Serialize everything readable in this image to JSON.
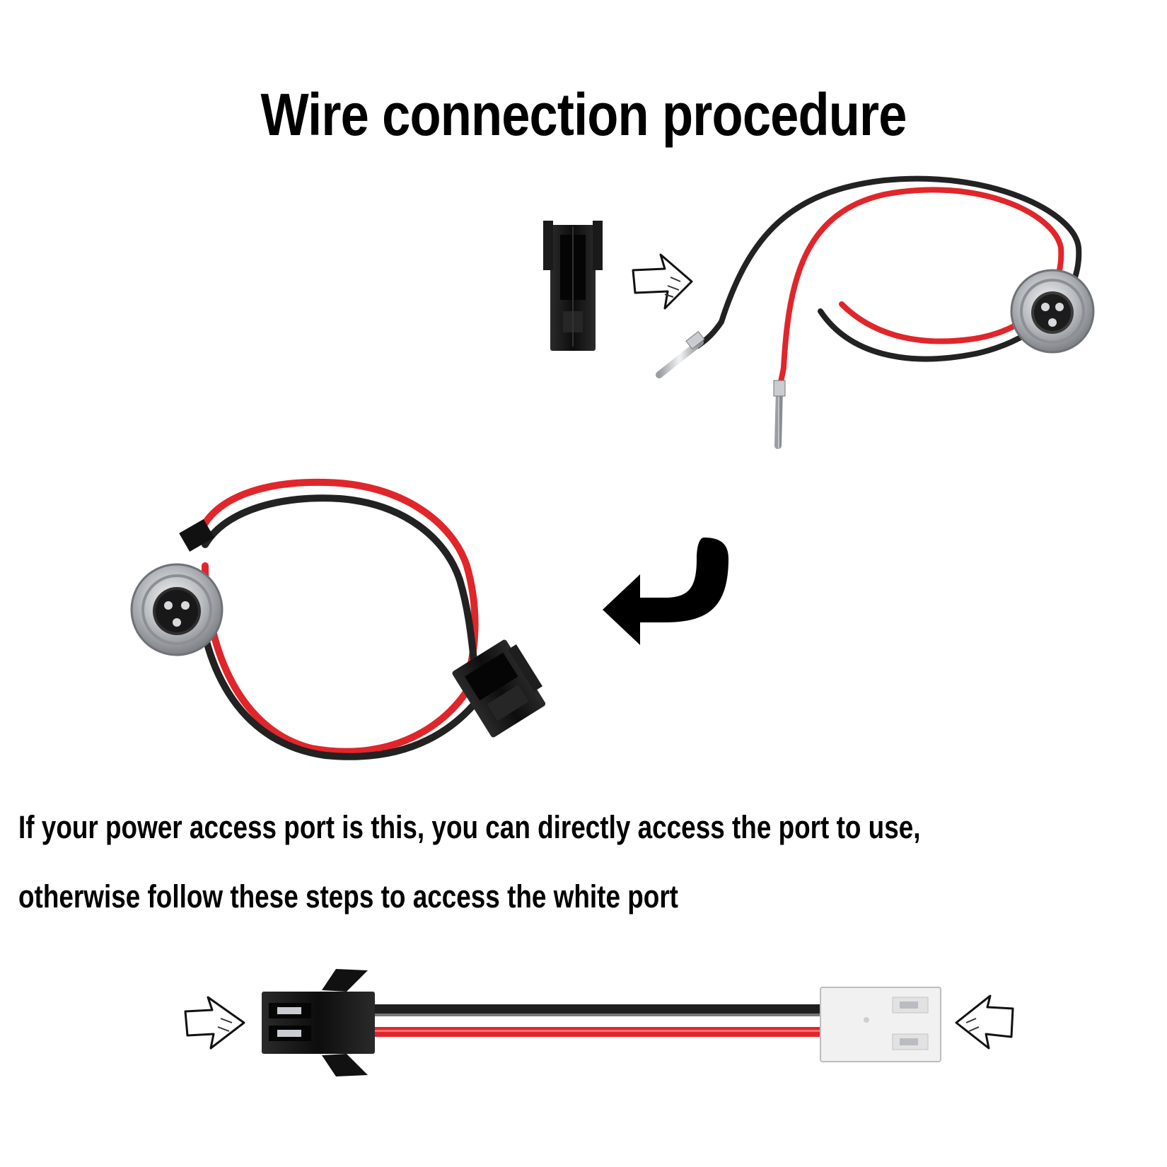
{
  "title": "Wire connection procedure",
  "caption": {
    "line1": "If your power access port is this, you can directly access the port to use,",
    "line2": "otherwise follow these steps to access the white port"
  },
  "colors": {
    "wire_red": "#e0262a",
    "wire_black": "#222222",
    "metal": "#c9ccd0",
    "connector_black": "#141414",
    "connector_white": "#f1f1f1",
    "background": "#ffffff"
  },
  "icons": [
    "outline-arrow-right-icon",
    "curved-arrow-left-icon",
    "outline-arrow-left-icon"
  ]
}
